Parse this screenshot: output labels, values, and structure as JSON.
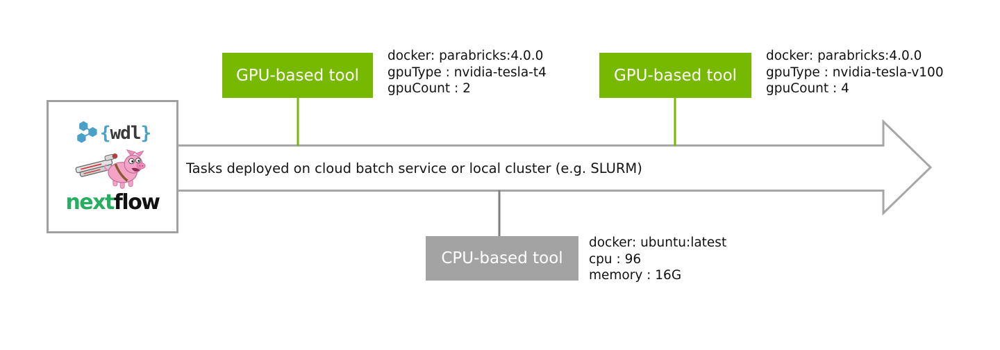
{
  "colors": {
    "gpu_green": "#76b900",
    "cpu_gray": "#a3a3a3",
    "arrow_gray": "#a6a6a6",
    "connector_gray": "#7f7f7f",
    "box_border_gray": "#a0a0a0",
    "wdl_blue": "#4aa0c6",
    "nextflow_green": "#27ae60",
    "text_black": "#111111"
  },
  "source_box": {
    "wdl": {
      "brace_open": "{",
      "text": "wdl",
      "brace_close": "}"
    },
    "nextflow": {
      "prefix": "next",
      "suffix": "flow"
    }
  },
  "arrow_label": "Tasks deployed on cloud batch service or local cluster (e.g. SLURM)",
  "nodes": [
    {
      "label": "GPU-based tool",
      "type": "gpu",
      "annotation": [
        "docker: parabricks:4.0.0",
        "gpuType : nvidia-tesla-t4",
        "gpuCount : 2"
      ]
    },
    {
      "label": "GPU-based tool",
      "type": "gpu",
      "annotation": [
        "docker: parabricks:4.0.0",
        "gpuType : nvidia-tesla-v100",
        "gpuCount : 4"
      ]
    },
    {
      "label": "CPU-based tool",
      "type": "cpu",
      "annotation": [
        "docker: ubuntu:latest",
        "cpu : 96",
        "memory : 16G"
      ]
    }
  ]
}
